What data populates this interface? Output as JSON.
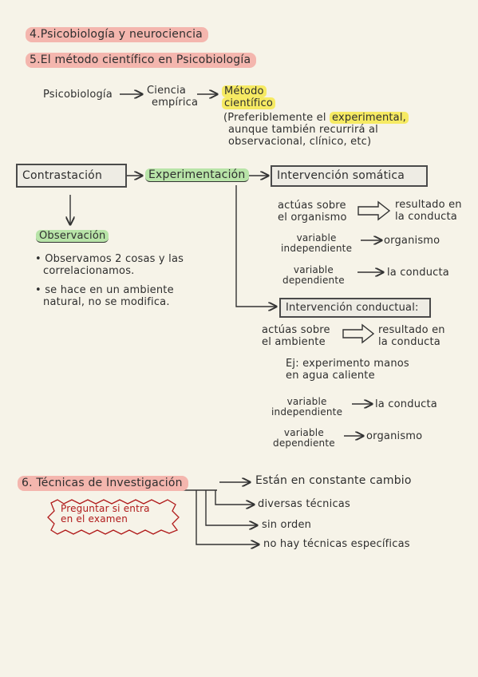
{
  "titles": {
    "t4": "4.Psicobiología y neurociencia",
    "t5": "5.El método científico en Psicobiología"
  },
  "intro": {
    "psico": "Psicobiología",
    "ciencia_l1": "Ciencia",
    "ciencia_l2": "empírica",
    "metodo_l1": "Método",
    "metodo_l2": "científico",
    "pref_l1a": "(Preferiblemente el ",
    "pref_l1b": "experimental,",
    "pref_l2": "aunque también recurrirá al",
    "pref_l3": "observacional, clínico, etc)"
  },
  "flow": {
    "contrastacion": "Contrastación",
    "experimentacion": "Experimentación",
    "somatica": "Intervención somática",
    "conductual": "Intervención conductual:",
    "observacion": "Observación",
    "obs_b1_l1": "Observamos 2 cosas y las",
    "obs_b1_l2": "correlacionamos.",
    "obs_b2_l1": "se hace en un ambiente",
    "obs_b2_l2": "natural, no se modifica."
  },
  "somatica": {
    "actuas_l1": "actúas sobre",
    "actuas_l2": "el organismo",
    "resultado_l1": "resultado en",
    "resultado_l2": "la conducta",
    "vi_l1": "variable",
    "vi_l2": "independiente",
    "vi_res": "organismo",
    "vd_l1": "variable",
    "vd_l2": "dependiente",
    "vd_res": "la conducta"
  },
  "conductual": {
    "actuas_l1": "actúas sobre",
    "actuas_l2": "el ambiente",
    "resultado_l1": "resultado en",
    "resultado_l2": "la conducta",
    "ej_l1": "Ej: experimento manos",
    "ej_l2": "en agua caliente",
    "vi_l1": "variable",
    "vi_l2": "independiente",
    "vi_res": "la conducta",
    "vd_l1": "variable",
    "vd_l2": "dependiente",
    "vd_res": "organismo"
  },
  "tecnicas": {
    "title": "6. Técnicas de Investigación",
    "note_l1": "Preguntar si entra",
    "note_l2": "en el examen",
    "b1": "Están en constante cambio",
    "b2": "diversas técnicas",
    "b3": "sin orden",
    "b4": "no hay técnicas específicas"
  },
  "colors": {
    "paper": "#f6f3e8",
    "pink_highlight": "#f4b6ae",
    "yellow_highlight": "#f6ea63",
    "green_highlight": "#b8e4a8",
    "red_note": "#b01a1a"
  }
}
